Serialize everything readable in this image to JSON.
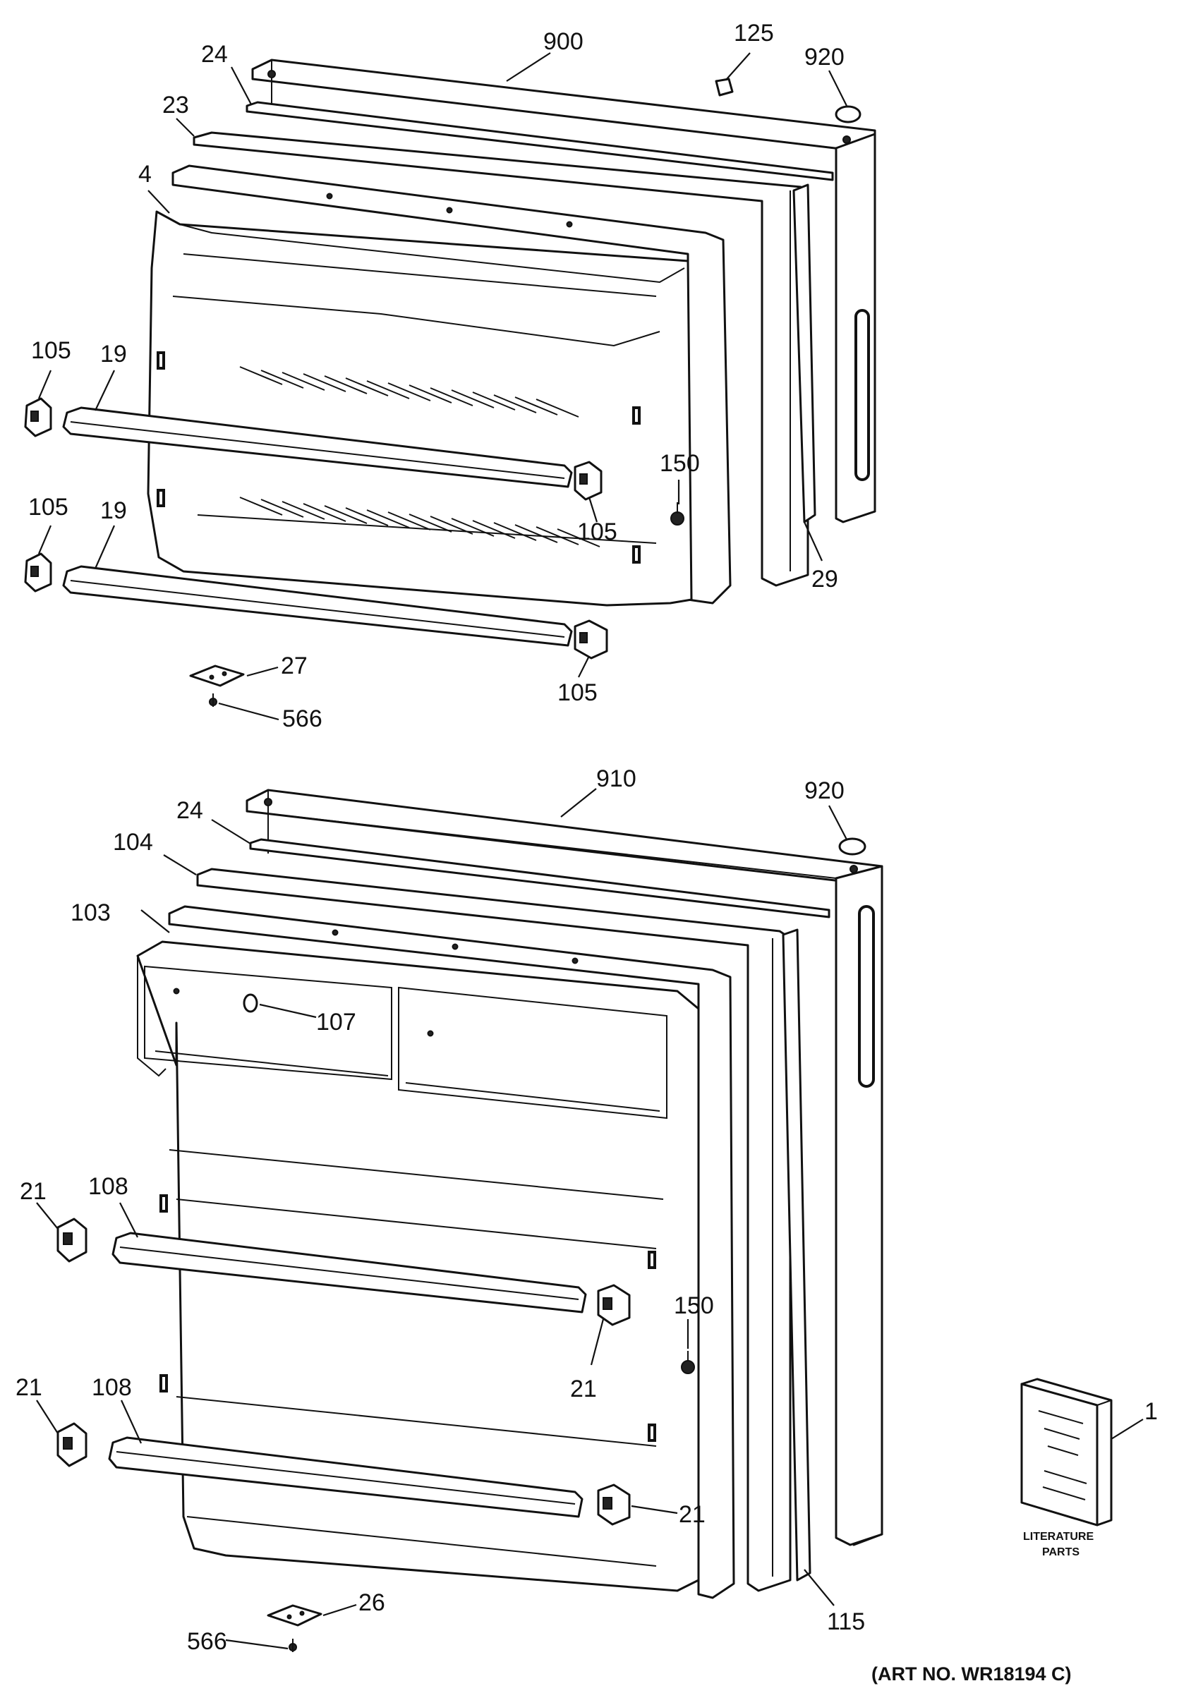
{
  "callouts_freezer": {
    "c900": "900",
    "c125": "125",
    "c920": "920",
    "c24": "24",
    "c23": "23",
    "c4": "4",
    "c105_upper_left": "105",
    "c19_upper": "19",
    "c150": "150",
    "c105_upper_right": "105",
    "c105_lower_left": "105",
    "c19_lower": "19",
    "c29": "29",
    "c27": "27",
    "c105_lower_right": "105",
    "c566": "566"
  },
  "callouts_fresh_food": {
    "c910": "910",
    "c920": "920",
    "c24": "24",
    "c104": "104",
    "c103": "103",
    "c107": "107",
    "c21_upper_left": "21",
    "c108_upper": "108",
    "c150": "150",
    "c21_upper_right": "21",
    "c21_lower_left": "21",
    "c108_lower": "108",
    "c21_lower_right": "21",
    "c1": "1",
    "c115": "115",
    "c26": "26",
    "c566": "566"
  },
  "literature": {
    "line1": "LITERATURE",
    "line2": "PARTS"
  },
  "art_number": "(ART NO. WR18194 C)"
}
